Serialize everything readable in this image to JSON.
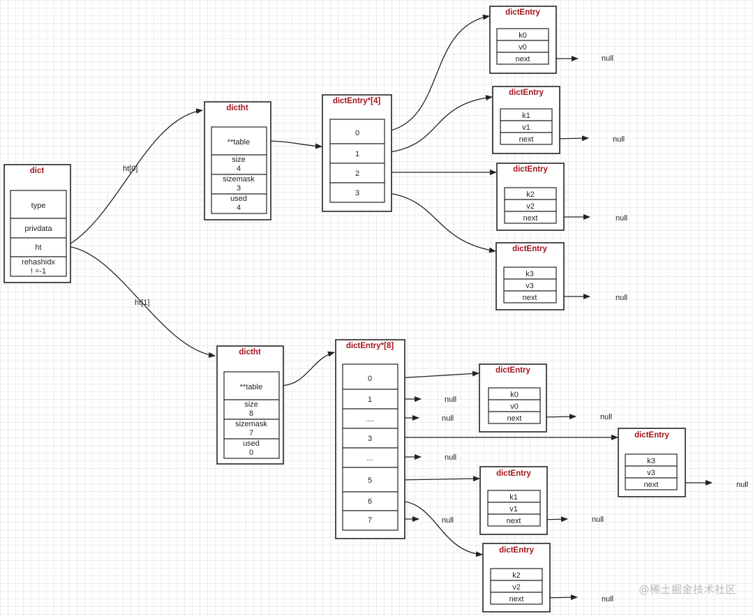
{
  "dict": {
    "title": "dict",
    "fields": [
      "type",
      "privdata",
      "ht"
    ],
    "rehashidx_label": "rehashidx",
    "rehashidx_value": "! =-1"
  },
  "edges": {
    "ht0": "ht[0]",
    "ht1": "ht[1]"
  },
  "dictht0": {
    "title": "dictht",
    "table": "**table",
    "size_label": "size",
    "size": "4",
    "sizemask_label": "sizemask",
    "sizemask": "3",
    "used_label": "used",
    "used": "4"
  },
  "dictht1": {
    "title": "dictht",
    "table": "**table",
    "size_label": "size",
    "size": "8",
    "sizemask_label": "sizemask",
    "sizemask": "7",
    "used_label": "used",
    "used": "0"
  },
  "array0": {
    "title": "dictEntry*[4]",
    "slots": [
      "0",
      "1",
      "2",
      "3"
    ]
  },
  "array1": {
    "title": "dictEntry*[8]",
    "slots": [
      "0",
      "1",
      "....",
      "3",
      "...",
      "5",
      "6",
      "7"
    ]
  },
  "entry_title": "dictEntry",
  "entries0": [
    {
      "key": "k0",
      "val": "v0",
      "next": "next"
    },
    {
      "key": "k1",
      "val": "v1",
      "next": "next"
    },
    {
      "key": "k2",
      "val": "v2",
      "next": "next"
    },
    {
      "key": "k3",
      "val": "v3",
      "next": "next"
    }
  ],
  "entries1": [
    {
      "key": "k0",
      "val": "v0",
      "next": "next"
    },
    {
      "key": "k3",
      "val": "v3",
      "next": "next"
    },
    {
      "key": "k1",
      "val": "v1",
      "next": "next"
    },
    {
      "key": "k2",
      "val": "v2",
      "next": "next"
    }
  ],
  "null_text": "null",
  "watermark": "@稀土掘金技术社区"
}
